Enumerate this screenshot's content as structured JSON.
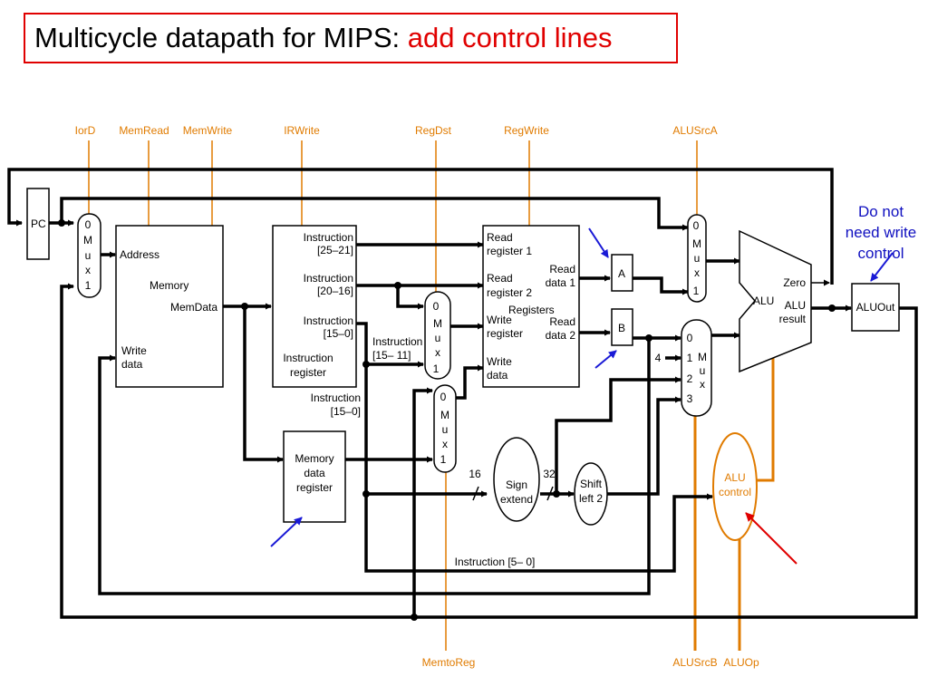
{
  "title": {
    "main": "Multicycle datapath for MIPS: ",
    "accent": "add control lines"
  },
  "colors": {
    "wire": "#000000",
    "control": "#e07b00",
    "title_border": "#e00000",
    "accent_text": "#e00000",
    "note": "#1010c0",
    "arrow_blue": "#1a1ad6",
    "arrow_red": "#e00000"
  },
  "control_signals": {
    "iord": "IorD",
    "memread": "MemRead",
    "memwrite": "MemWrite",
    "irwrite": "IRWrite",
    "regdst": "RegDst",
    "regwrite": "RegWrite",
    "alusrca": "ALUSrcA",
    "memtoreg": "MemtoReg",
    "alusrcb": "ALUSrcB",
    "aluop": "ALUOp"
  },
  "components": {
    "pc": "PC",
    "memory": {
      "address": "Address",
      "name": "Memory",
      "memdata": "MemData",
      "write1": "Write",
      "write2": "data"
    },
    "ir": {
      "i1a": "Instruction",
      "i1b": "[25–21]",
      "i2a": "Instruction",
      "i2b": "[20–16]",
      "i3a": "Instruction",
      "i3b": "[15–0]",
      "name1": "Instruction",
      "name2": "register"
    },
    "ir_below": {
      "a": "Instruction",
      "b": "[15–0]"
    },
    "ir_mid": {
      "a": "Instruction",
      "b": "[15– 11]"
    },
    "mdr": {
      "l1": "Memory",
      "l2": "data",
      "l3": "register"
    },
    "registers": {
      "rr1a": "Read",
      "rr1b": "register 1",
      "rr2a": "Read",
      "rr2b": "register 2",
      "name": "Registers",
      "wra": "Write",
      "wrb": "register",
      "wda": "Write",
      "wdb": "data",
      "rd1a": "Read",
      "rd1b": "data 1",
      "rd2a": "Read",
      "rd2b": "data 2"
    },
    "reg_a": "A",
    "reg_b": "B",
    "sign_extend": {
      "l1": "Sign",
      "l2": "extend"
    },
    "shift_left": {
      "l1": "Shift",
      "l2": "left 2"
    },
    "alu": {
      "name": "ALU",
      "zero": "Zero",
      "result1": "ALU",
      "result2": "result"
    },
    "aluout": "ALUOut",
    "alu_control": {
      "l1": "ALU",
      "l2": "control"
    },
    "instr_5_0": "Instruction [5– 0]",
    "bus_16": "16",
    "bus_32": "32",
    "const_4": "4"
  },
  "muxes": {
    "mux_pc": [
      "0",
      "M",
      "u",
      "x",
      "1"
    ],
    "mux_regdst": [
      "0",
      "M",
      "u",
      "x",
      "1"
    ],
    "mux_memtoreg": [
      "0",
      "M",
      "u",
      "x",
      "1"
    ],
    "mux_alusrca": [
      "0",
      "M",
      "u",
      "x",
      "1"
    ],
    "mux_alusrcb": {
      "inputs": [
        "0",
        "1",
        "2",
        "3"
      ],
      "label": [
        "M",
        "u",
        "x"
      ]
    }
  },
  "annotation": {
    "line1": "Do not",
    "line2": "need write",
    "line3": "control"
  }
}
